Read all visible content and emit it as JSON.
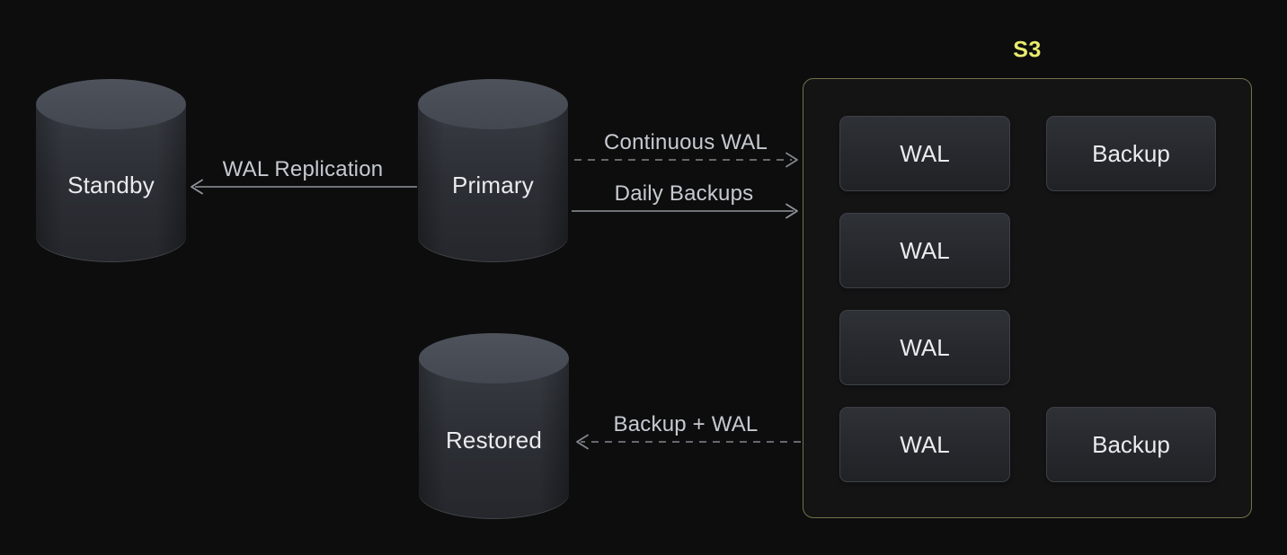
{
  "colors": {
    "background": "#0d0d0e",
    "accent_yellow": "#e9eb6e",
    "s3_border": "#73724a",
    "arrow_solid": "#90959b",
    "arrow_dashed": "#83878d",
    "label_gray": "#c6cad0",
    "node_text": "#e9ebee"
  },
  "nodes": {
    "standby": "Standby",
    "primary": "Primary",
    "restored": "Restored"
  },
  "arrows": {
    "wal_replication": "WAL Replication",
    "continuous_wal": "Continuous WAL",
    "daily_backups": "Daily Backups",
    "backup_plus_wal": "Backup + WAL"
  },
  "s3": {
    "title": "S3",
    "items": [
      {
        "label": "WAL",
        "row": 1,
        "col": 1
      },
      {
        "label": "Backup",
        "row": 1,
        "col": 2
      },
      {
        "label": "WAL",
        "row": 2,
        "col": 1
      },
      {
        "label": "WAL",
        "row": 3,
        "col": 1
      },
      {
        "label": "WAL",
        "row": 4,
        "col": 1
      },
      {
        "label": "Backup",
        "row": 4,
        "col": 2
      }
    ]
  }
}
